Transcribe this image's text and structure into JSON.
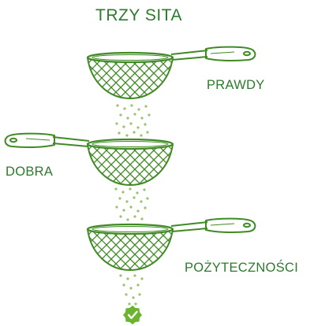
{
  "title": "TRZY SITA",
  "sieves": [
    {
      "label": "PRAWDY",
      "handle": "right"
    },
    {
      "label": "DOBRA",
      "handle": "left"
    },
    {
      "label": "POŻYTECZNOŚCI",
      "handle": "right"
    }
  ],
  "icons": {
    "sieve": "sieve-icon",
    "result": "check-badge-icon"
  },
  "colors": {
    "text": "#2c7a2c",
    "stroke": "#3f8a24",
    "grain": "#9ac36b",
    "badge": "#6ab42e"
  }
}
